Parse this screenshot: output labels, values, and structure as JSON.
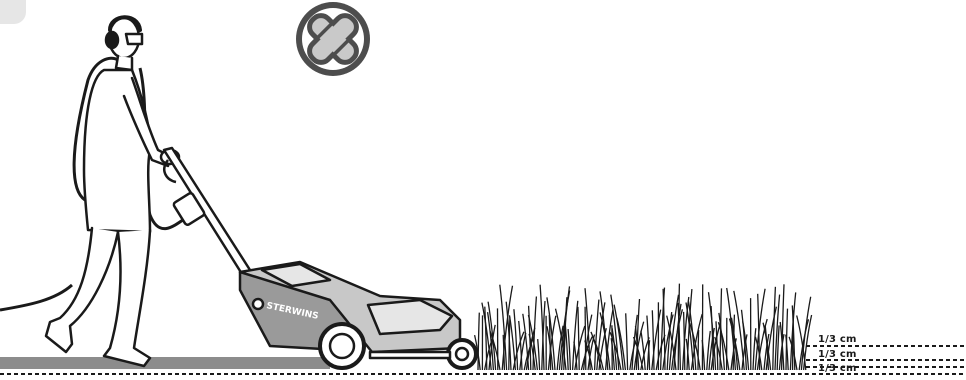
{
  "illustration": {
    "warning_icon": "prohibited-cross-icon",
    "brand_text": "STERWINS",
    "cut_labels": [
      "1/3 cm",
      "1/3 cm",
      "1/3 cm"
    ]
  },
  "colors": {
    "line": "#1a1a1a",
    "ground": "#8c8c8c",
    "mower_deck": "#9a9a9a",
    "mower_body": "#c8c8c8",
    "warning_ring": "#4d4d4d",
    "warning_fill": "#c9c9c9",
    "corner_tab": "#e6e6e6"
  }
}
